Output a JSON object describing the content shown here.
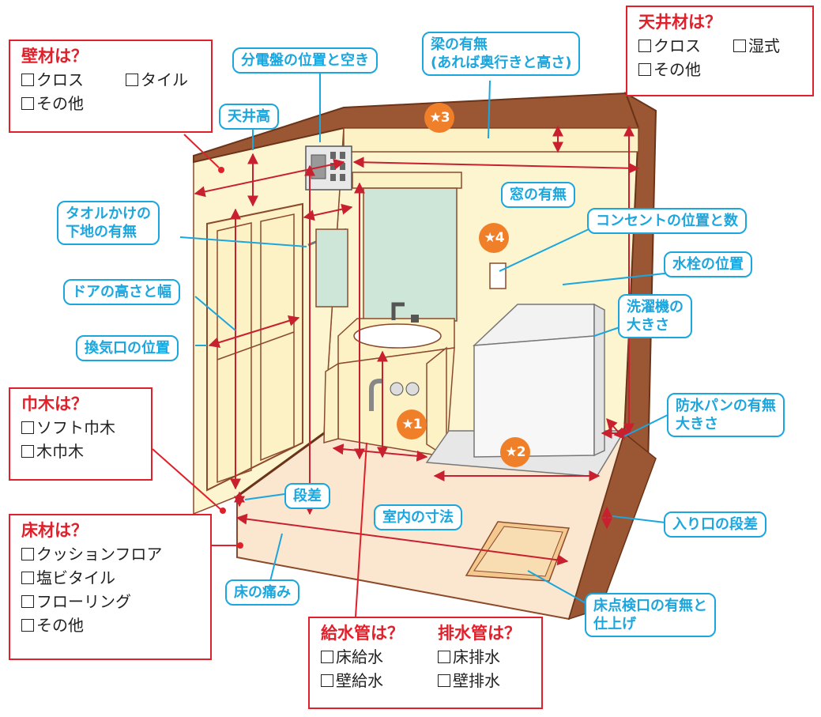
{
  "callouts": {
    "breaker": "分電盤の位置と空き",
    "beam_line1": "梁の有無",
    "beam_line2": "(あれば奥行きと高さ)",
    "ceiling_height": "天井高",
    "window": "窓の有無",
    "towel_line1": "タオルかけの",
    "towel_line2": "下地の有無",
    "outlet": "コンセントの位置と数",
    "faucet": "水栓の位置",
    "door": "ドアの高さと幅",
    "washer_line1": "洗濯機の",
    "washer_line2": "大きさ",
    "vent": "換気口の位置",
    "pan_line1": "防水パンの有無",
    "pan_line2": "大きさ",
    "step": "段差",
    "room": "室内の寸法",
    "entry_step": "入り口の段差",
    "floor_damage": "床の痛み",
    "hatch_line1": "床点検口の有無と",
    "hatch_line2": "仕上げ"
  },
  "boxes": {
    "wall": {
      "title": "壁材は？",
      "opt1": "クロス",
      "opt2": "タイル",
      "opt3": "その他"
    },
    "ceiling": {
      "title": "天井材は？",
      "opt1": "クロス",
      "opt2": "湿式",
      "opt3": "その他"
    },
    "baseboard": {
      "title": "巾木は？",
      "opt1": "ソフト巾木",
      "opt2": "木巾木"
    },
    "floor": {
      "title": "床材は？",
      "opt1": "クッションフロア",
      "opt2": "塩ビタイル",
      "opt3": "フローリング",
      "opt4": "その他"
    },
    "pipe": {
      "title1": "給水管は？",
      "title2": "排水管は？",
      "opt1": "床給水",
      "opt2": "床排水",
      "opt3": "壁給水",
      "opt4": "壁排水"
    }
  },
  "stars": {
    "s1": "★1",
    "s2": "★2",
    "s3": "★3",
    "s4": "★4"
  },
  "colors": {
    "callout": "#1ba6de",
    "box": "#e0212b",
    "dimension": "#c8202f",
    "star": "#f07f2a",
    "wall": "#fdf5cf",
    "trim": "#8b4a2b"
  }
}
